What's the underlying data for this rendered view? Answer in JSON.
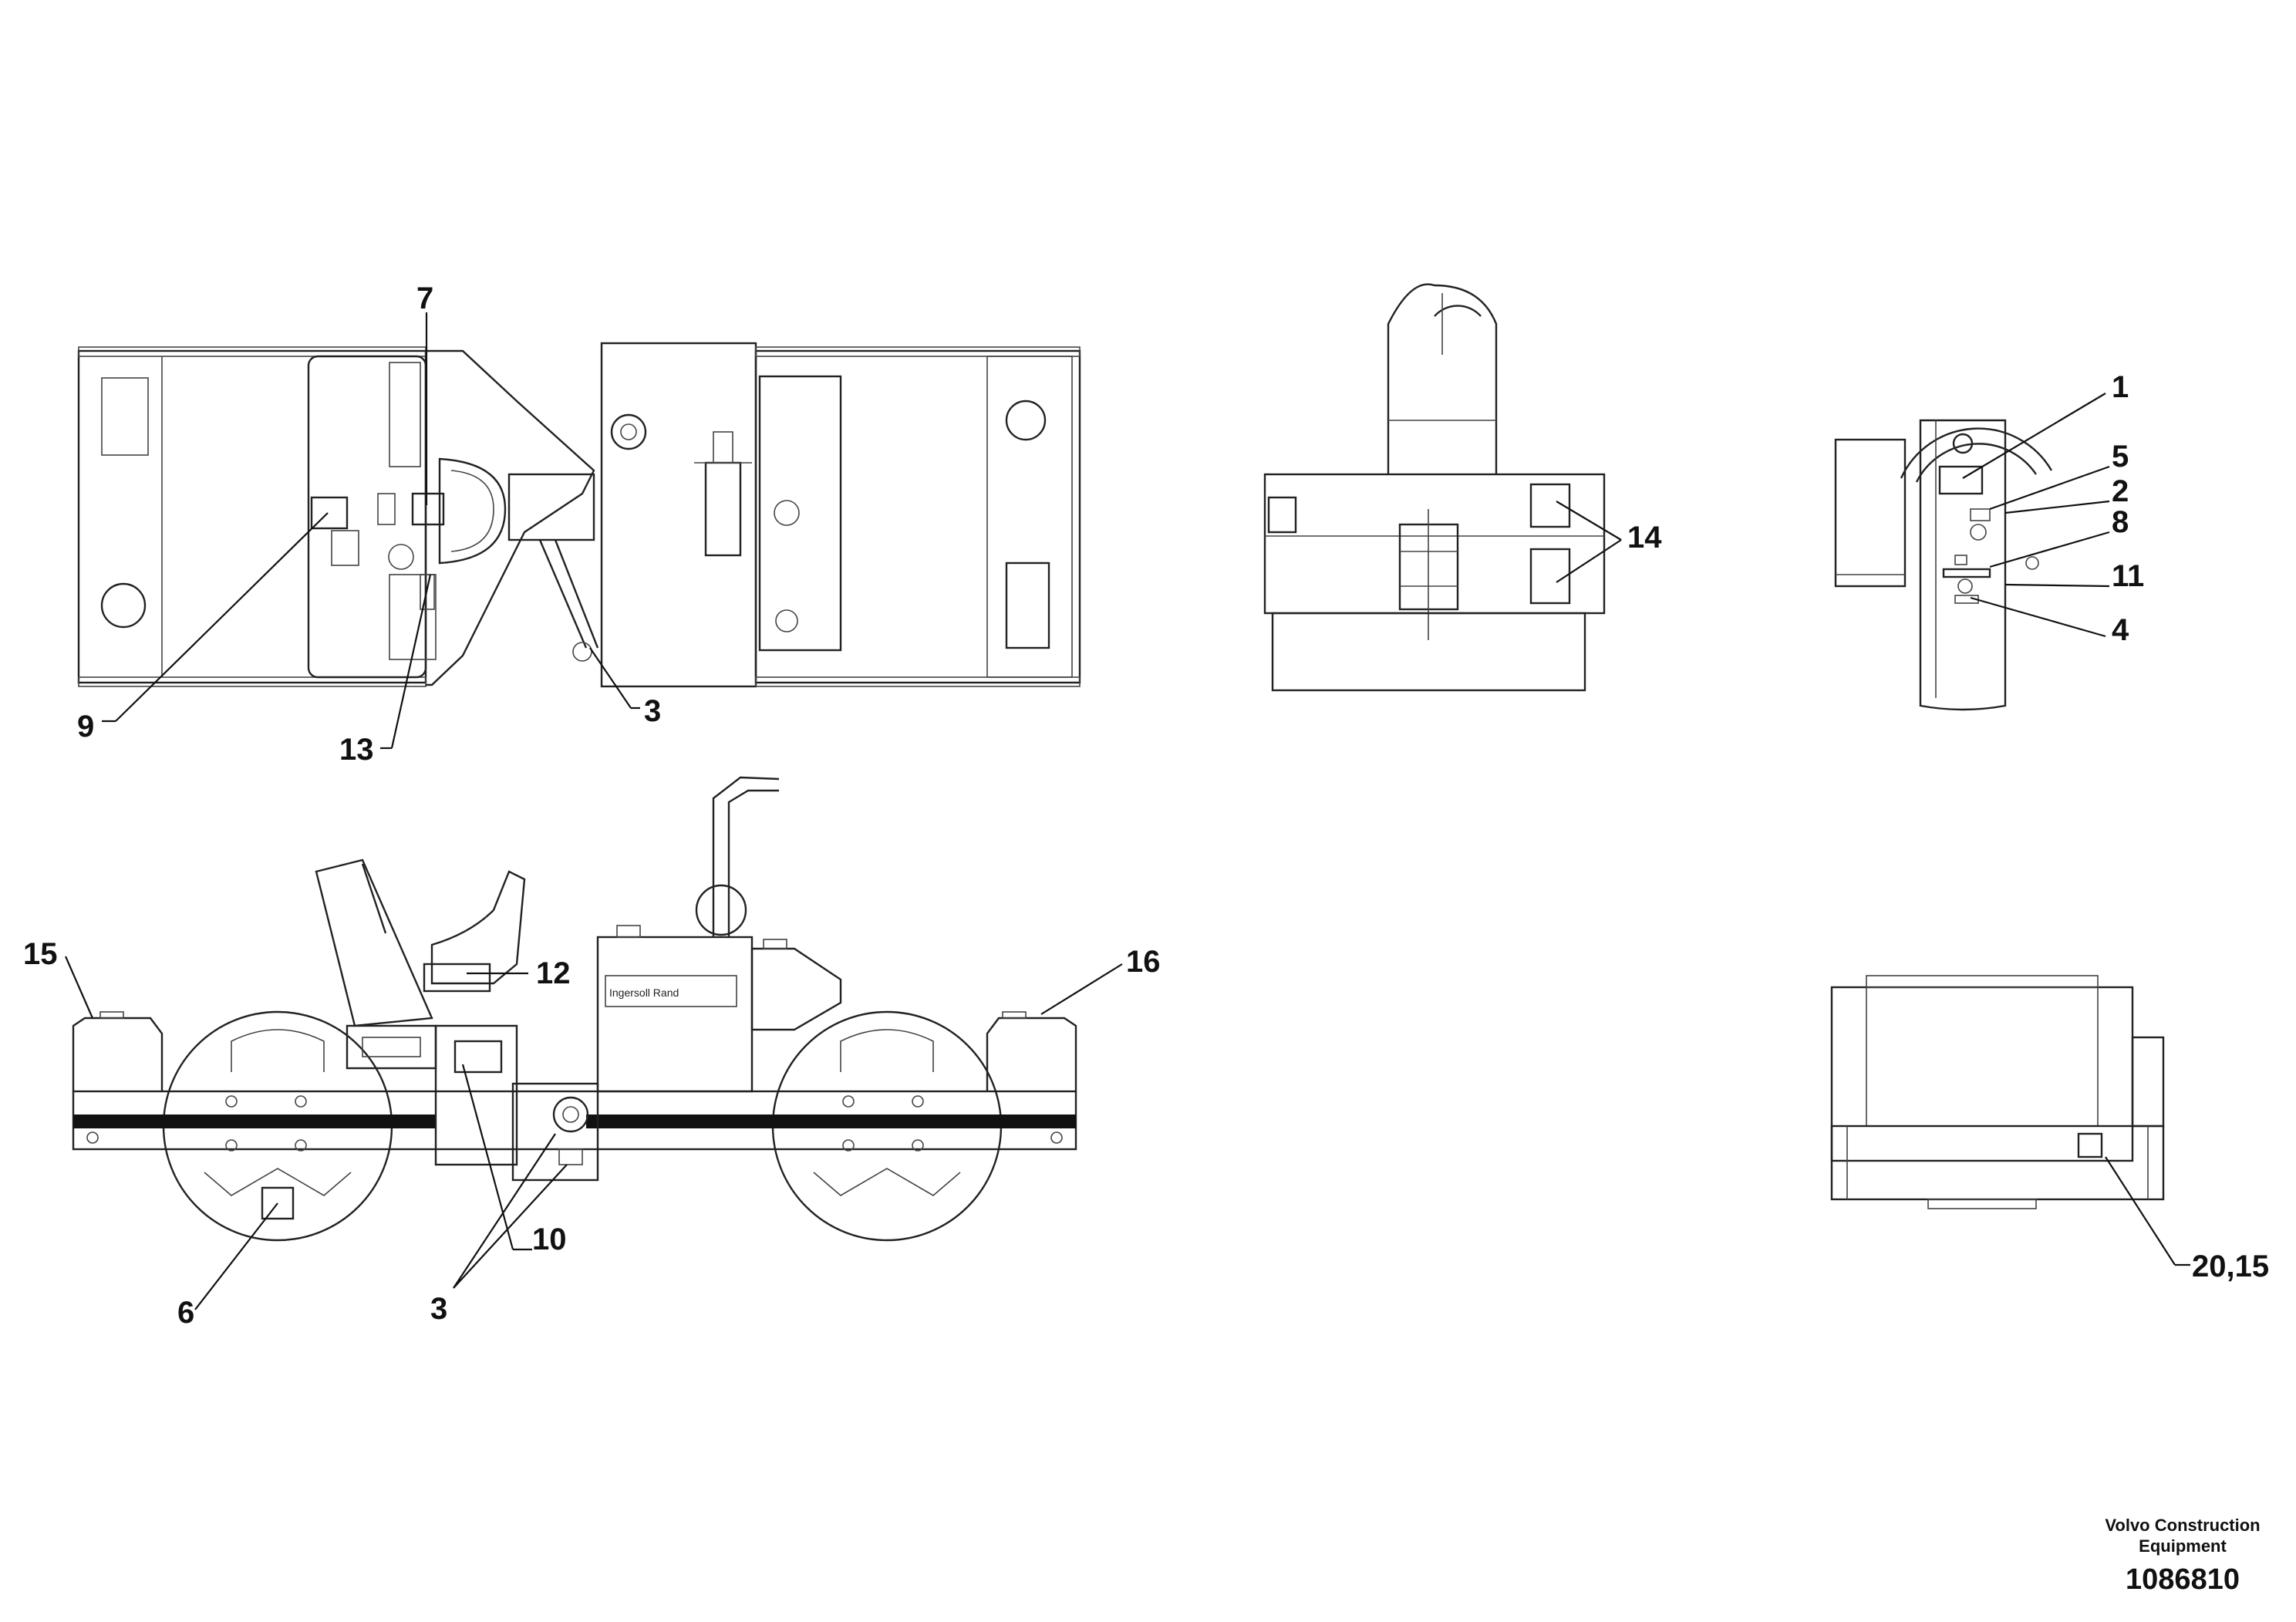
{
  "callouts": {
    "c1": "1",
    "c2": "2",
    "c3a": "3",
    "c3b": "3",
    "c4": "4",
    "c5": "5",
    "c6": "6",
    "c7": "7",
    "c8": "8",
    "c9": "9",
    "c10": "10",
    "c11": "11",
    "c12": "12",
    "c13": "13",
    "c14": "14",
    "c15": "15",
    "c16": "16",
    "c2015": "20,15"
  },
  "footer": {
    "company_line1": "Volvo Construction",
    "company_line2": "Equipment",
    "drawing_number": "1086810"
  }
}
